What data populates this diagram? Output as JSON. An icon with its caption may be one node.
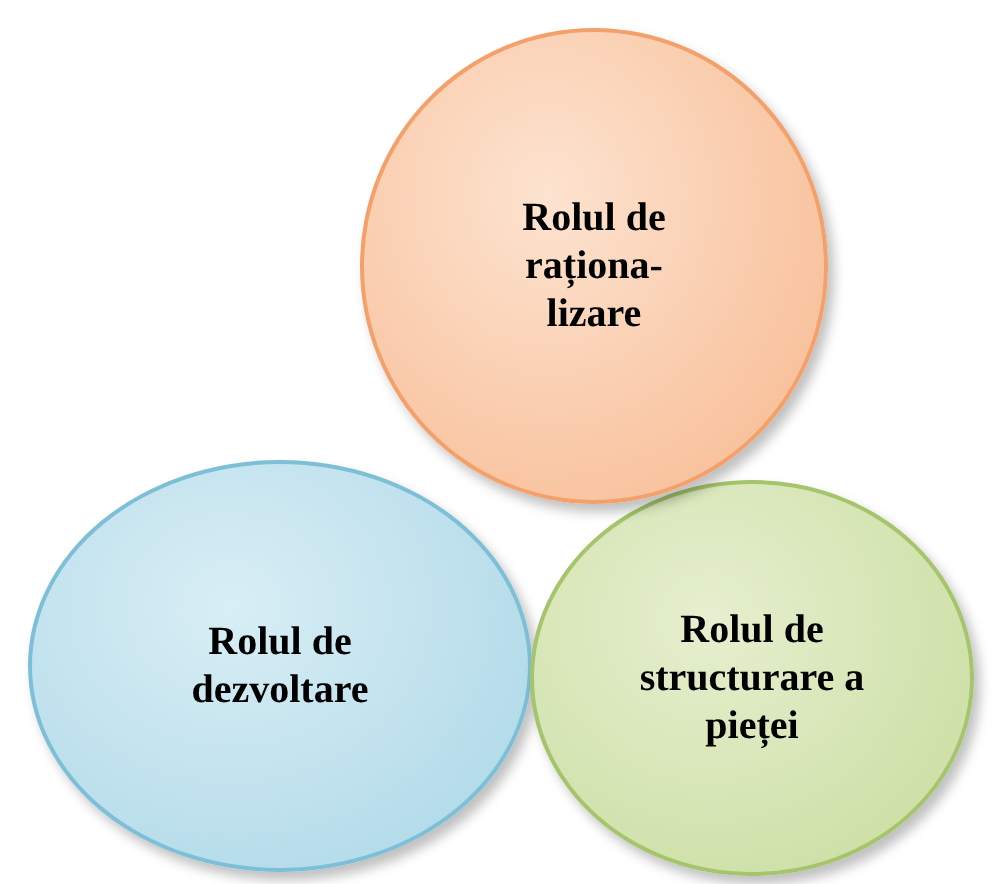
{
  "diagram": {
    "nodes": [
      {
        "text": [
          "Rolul de raționa-lizare"
        ]
      },
      {
        "text": [
          "Rolul de dezvoltare"
        ]
      },
      {
        "text": [
          "Rolul de structurare a pieței"
        ]
      }
    ]
  }
}
